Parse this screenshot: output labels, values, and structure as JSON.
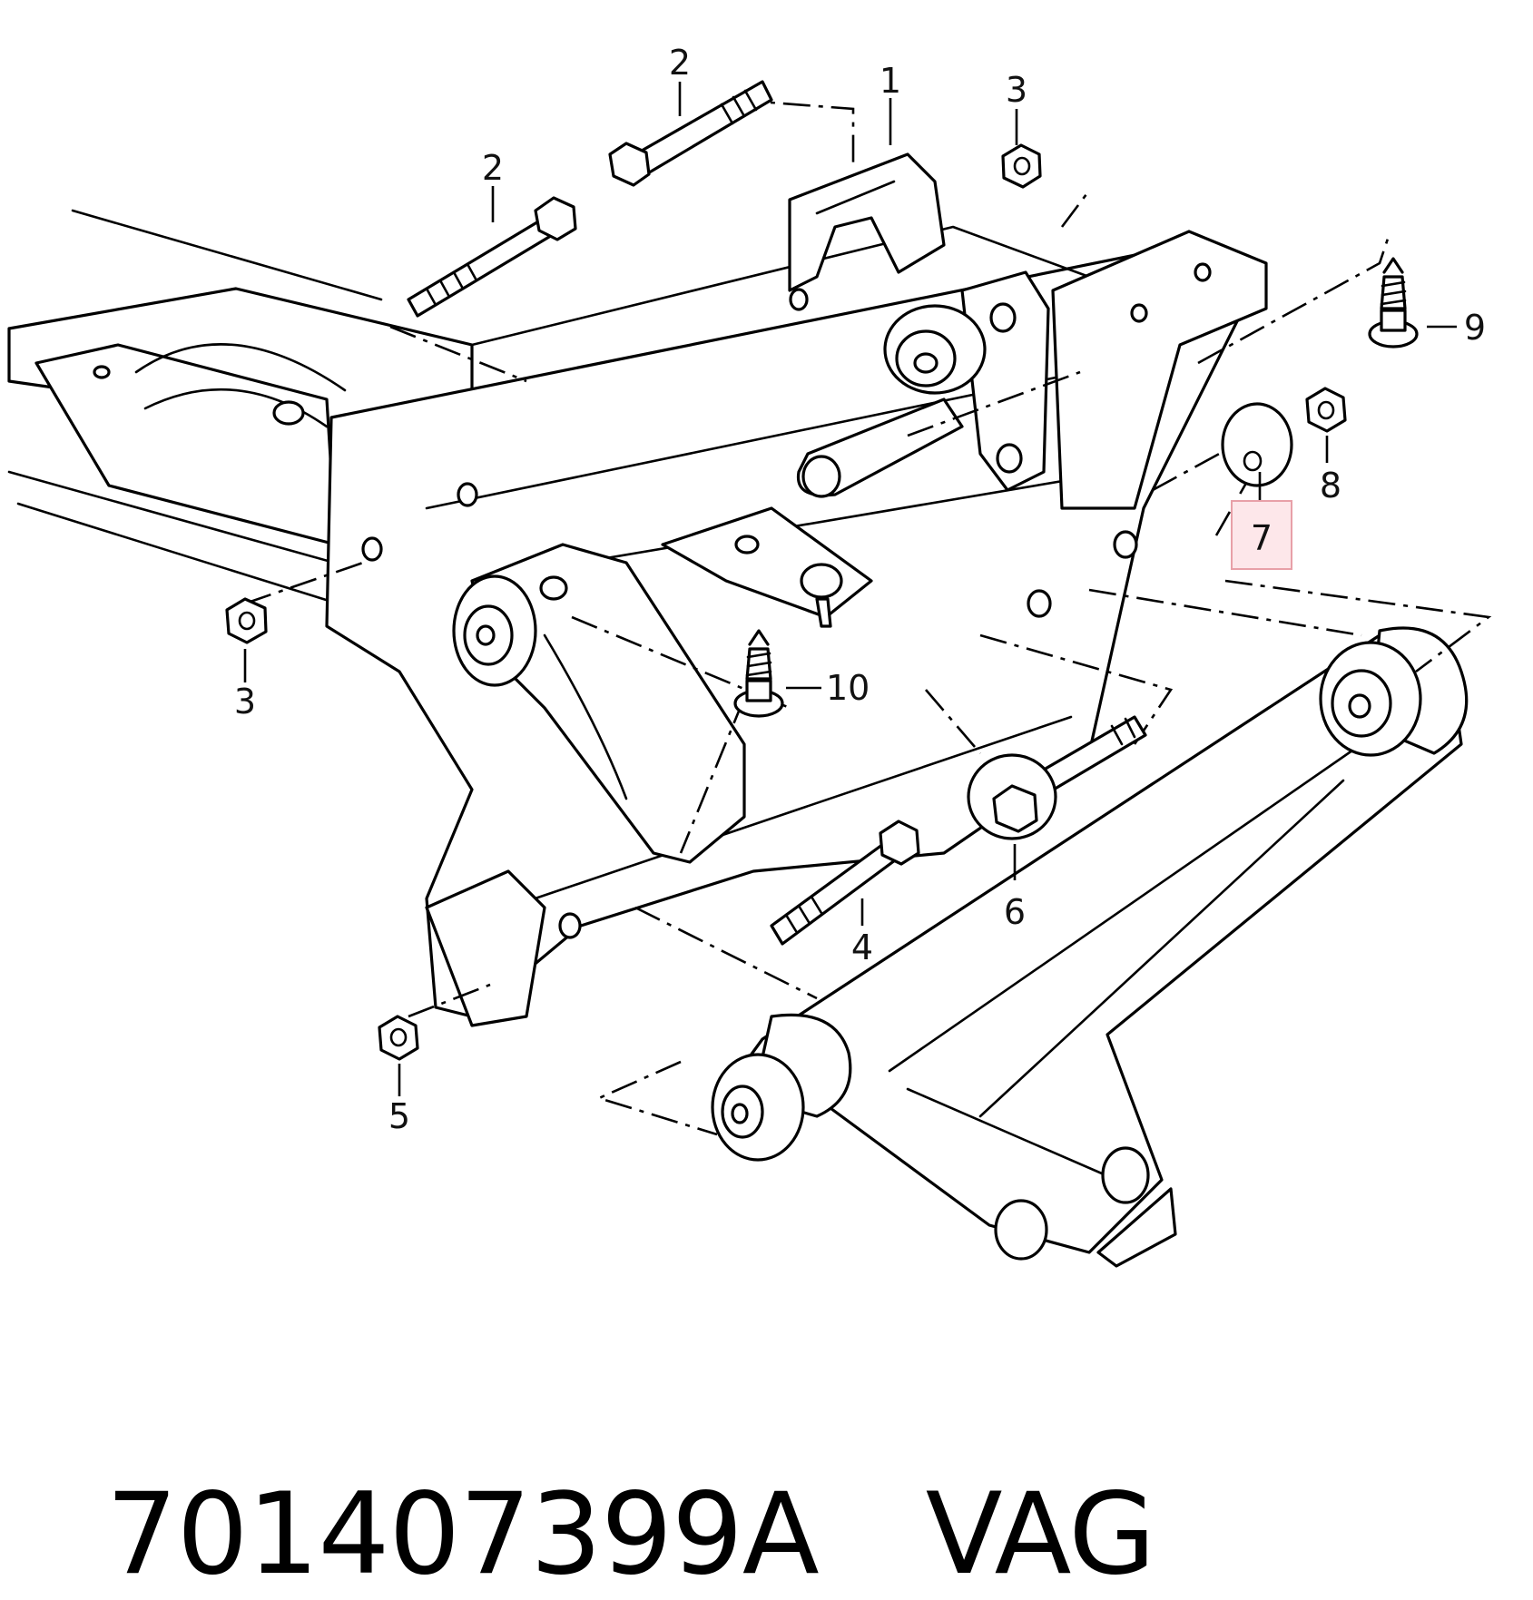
{
  "callouts": {
    "c1": "1",
    "c2a": "2",
    "c2b": "2",
    "c3a": "3",
    "c3b": "3",
    "c4": "4",
    "c5": "5",
    "c6": "6",
    "c7": "7",
    "c8": "8",
    "c9": "9",
    "c10": "10"
  },
  "highlighted_callout": "7",
  "colors": {
    "highlight_fill": "#fde7ea",
    "highlight_border": "#e8a0a8"
  },
  "footer": {
    "part_number": "701407399A",
    "brand": "VAG"
  }
}
